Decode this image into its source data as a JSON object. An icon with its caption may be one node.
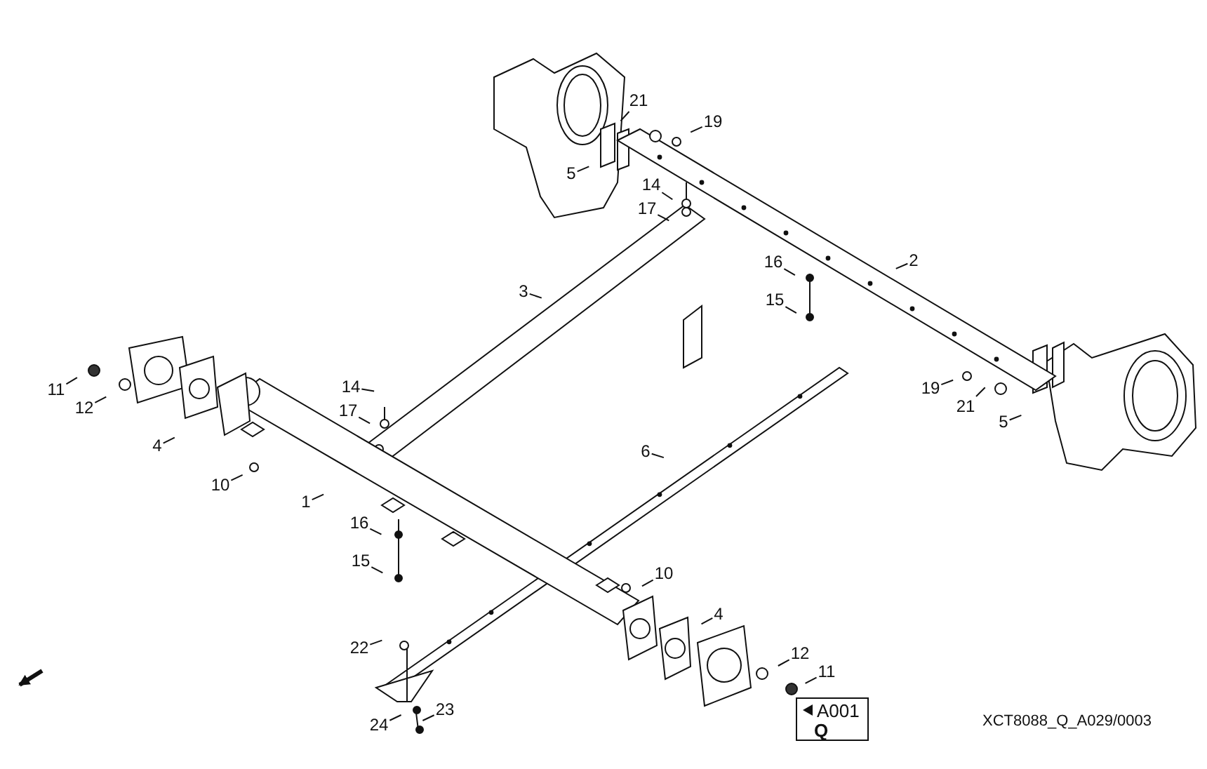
{
  "diagram": {
    "nodes": [
      {
        "text": [
          "21"
        ]
      },
      {
        "text": [
          "19"
        ]
      },
      {
        "text": [
          "5"
        ]
      },
      {
        "text": [
          "14"
        ]
      },
      {
        "text": [
          "17"
        ]
      },
      {
        "text": [
          "2"
        ]
      },
      {
        "text": [
          "16"
        ]
      },
      {
        "text": [
          "3"
        ]
      },
      {
        "text": [
          "15"
        ]
      },
      {
        "text": [
          "14"
        ]
      },
      {
        "text": [
          "19"
        ]
      },
      {
        "text": [
          "11"
        ]
      },
      {
        "text": [
          "21"
        ]
      },
      {
        "text": [
          "12"
        ]
      },
      {
        "text": [
          "17"
        ]
      },
      {
        "text": [
          "5"
        ]
      },
      {
        "text": [
          "4"
        ]
      },
      {
        "text": [
          "6"
        ]
      },
      {
        "text": [
          "10"
        ]
      },
      {
        "text": [
          "1"
        ]
      },
      {
        "text": [
          "16"
        ]
      },
      {
        "text": [
          "15"
        ]
      },
      {
        "text": [
          "10"
        ]
      },
      {
        "text": [
          "4"
        ]
      },
      {
        "text": [
          "22"
        ]
      },
      {
        "text": [
          "12"
        ]
      },
      {
        "text": [
          "11"
        ]
      },
      {
        "text": [
          "23"
        ]
      },
      {
        "text": [
          "24"
        ]
      }
    ],
    "edges": [
      {
        "from": 0,
        "to": null,
        "arrow": "none"
      },
      {
        "from": 1,
        "to": null,
        "arrow": "none"
      },
      {
        "from": 2,
        "to": null,
        "arrow": "none"
      },
      {
        "from": 3,
        "to": null,
        "arrow": "none"
      },
      {
        "from": 4,
        "to": null,
        "arrow": "none"
      },
      {
        "from": 5,
        "to": null,
        "arrow": "none"
      },
      {
        "from": 6,
        "to": null,
        "arrow": "none"
      },
      {
        "from": 7,
        "to": null,
        "arrow": "none"
      },
      {
        "from": 8,
        "to": null,
        "arrow": "none"
      },
      {
        "from": 9,
        "to": null,
        "arrow": "none"
      },
      {
        "from": 10,
        "to": null,
        "arrow": "none"
      },
      {
        "from": 11,
        "to": null,
        "arrow": "none"
      },
      {
        "from": 12,
        "to": null,
        "arrow": "none"
      },
      {
        "from": 13,
        "to": null,
        "arrow": "none"
      },
      {
        "from": 14,
        "to": null,
        "arrow": "none"
      },
      {
        "from": 15,
        "to": null,
        "arrow": "none"
      },
      {
        "from": 16,
        "to": null,
        "arrow": "none"
      },
      {
        "from": 17,
        "to": null,
        "arrow": "none"
      },
      {
        "from": 18,
        "to": null,
        "arrow": "none"
      },
      {
        "from": 19,
        "to": null,
        "arrow": "none"
      },
      {
        "from": 20,
        "to": null,
        "arrow": "none"
      },
      {
        "from": 21,
        "to": null,
        "arrow": "none"
      },
      {
        "from": 22,
        "to": null,
        "arrow": "none"
      },
      {
        "from": 23,
        "to": null,
        "arrow": "none"
      },
      {
        "from": 24,
        "to": null,
        "arrow": "none"
      },
      {
        "from": 25,
        "to": null,
        "arrow": "none"
      },
      {
        "from": 26,
        "to": null,
        "arrow": "none"
      },
      {
        "from": 27,
        "to": null,
        "arrow": "none"
      },
      {
        "from": 28,
        "to": null,
        "arrow": "none"
      }
    ],
    "labels": [
      "A001",
      "Q",
      "XCT8088_Q_A029/0003"
    ]
  }
}
